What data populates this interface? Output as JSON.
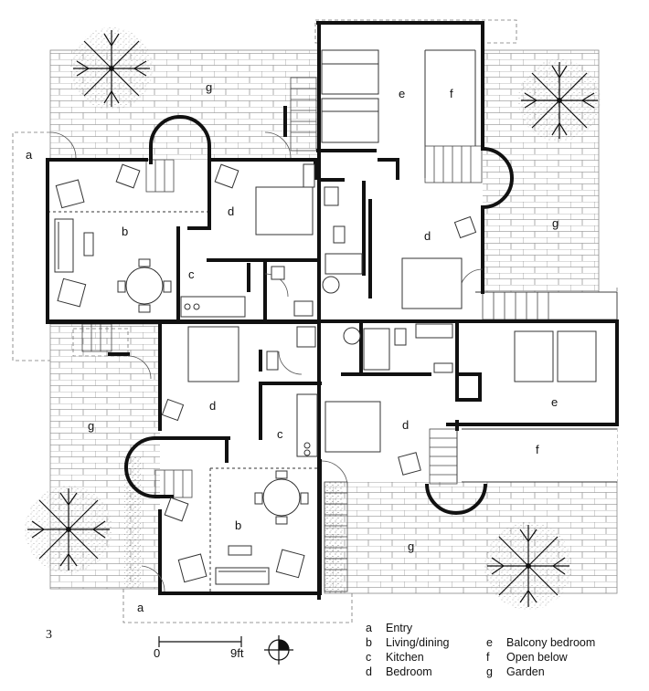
{
  "figure_number": "3",
  "scale": {
    "start": "0",
    "end": "9ft"
  },
  "room_labels": {
    "a": "a",
    "b": "b",
    "c": "c",
    "d": "d",
    "e": "e",
    "f": "f",
    "g": "g"
  },
  "legend": [
    {
      "key": "a",
      "text": "Entry"
    },
    {
      "key": "b",
      "text": "Living/dining"
    },
    {
      "key": "c",
      "text": "Kitchen"
    },
    {
      "key": "d",
      "text": "Bedroom"
    },
    {
      "key": "e",
      "text": "Balcony bedroom"
    },
    {
      "key": "f",
      "text": "Open below"
    },
    {
      "key": "g",
      "text": "Garden"
    }
  ],
  "icons": [
    "tree-icon",
    "north-arrow-icon"
  ]
}
